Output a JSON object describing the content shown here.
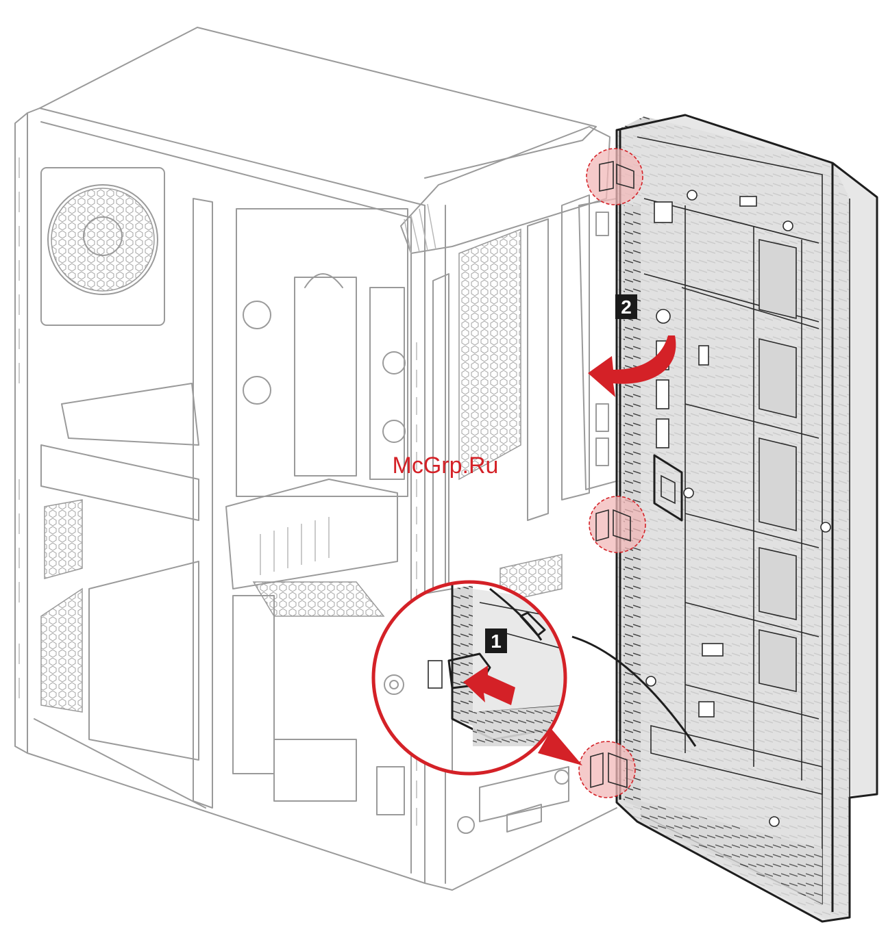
{
  "diagram": {
    "steps": [
      {
        "id": "step-1",
        "label": "1"
      },
      {
        "id": "step-2",
        "label": "2"
      }
    ],
    "watermark": "McGrp.Ru",
    "colors": {
      "accent": "#d42127",
      "highlight_fill": "#f2b8b8",
      "line_gray": "#9a9a9a",
      "panel_fill": "#e3e3e3",
      "panel_outline": "#1e1e1e",
      "badge_bg": "#1a1a1a"
    },
    "icons": {
      "arrow_push": "red-arrow-push-left",
      "arrow_swing": "red-curved-arrow-swing",
      "callout": "red-magnifier-circle",
      "tabs": "red-dashed-highlight-circle"
    }
  }
}
